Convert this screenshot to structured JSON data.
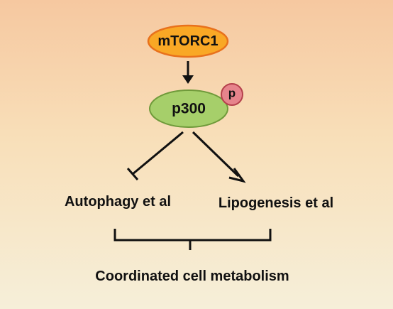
{
  "nodes": {
    "mtorc1": "mTORC1",
    "p300": "p300",
    "phospho_badge": "p"
  },
  "outcomes": {
    "autophagy": "Autophagy et al",
    "lipogenesis": "Lipogenesis et al"
  },
  "summary": "Coordinated cell metabolism",
  "colors": {
    "mtorc1_fill": "#f9a825",
    "mtorc1_stroke": "#e8711c",
    "p300_fill": "#a6cf6a",
    "p300_stroke": "#6f9a3a",
    "badge_fill": "#e6848c",
    "badge_stroke": "#b5414c",
    "line": "#111111"
  }
}
